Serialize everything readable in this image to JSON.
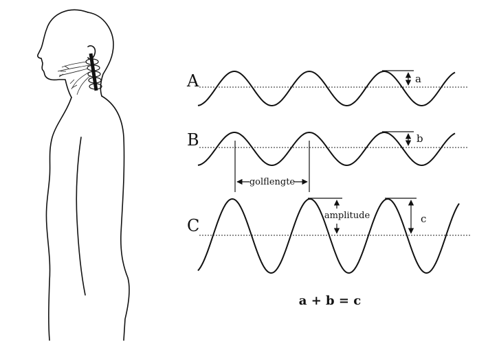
{
  "figure": {
    "rows": [
      {
        "label": "A",
        "amplitude_label": "a"
      },
      {
        "label": "B",
        "amplitude_label": "b"
      },
      {
        "label": "C",
        "amplitude_label": "c"
      }
    ],
    "wavelength_label": "golflengte",
    "amplitude_label": "amplitude",
    "equation": "a + b = c"
  }
}
